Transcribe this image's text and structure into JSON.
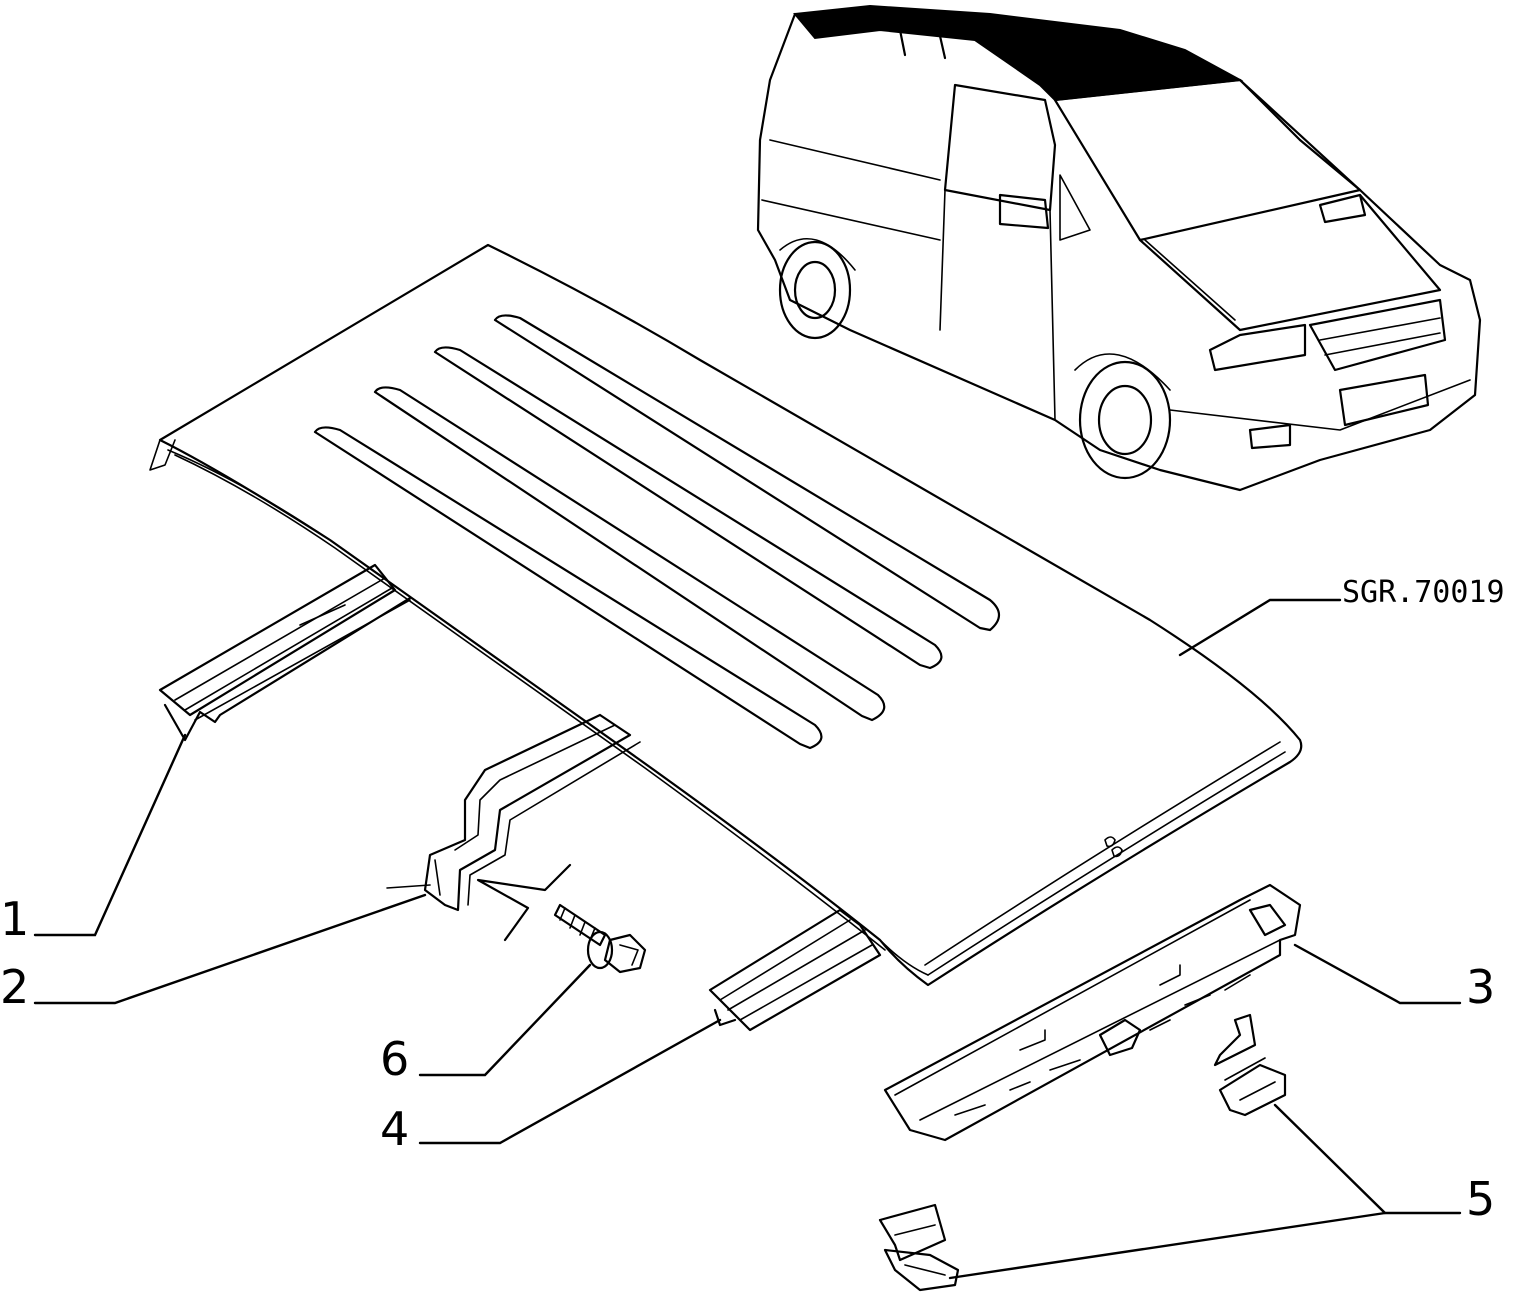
{
  "diagram": {
    "reference_code": "SGR.70019",
    "callouts": [
      "1",
      "2",
      "3",
      "4",
      "5",
      "6"
    ],
    "colors": {
      "line": "#000000",
      "background": "#ffffff",
      "highlight": "#000000"
    }
  }
}
